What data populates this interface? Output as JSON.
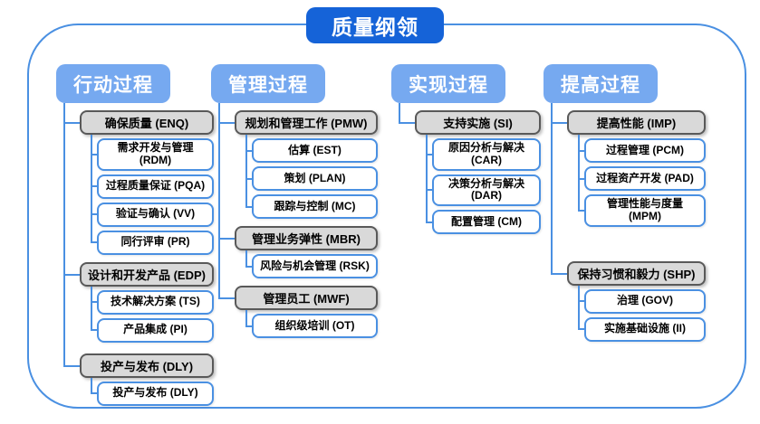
{
  "title": "质量纲领",
  "colors": {
    "root_blue": "#1563d8",
    "header_blue": "#76a9f0",
    "line_blue": "#4a90e2",
    "group_fill": "#d9d9d9",
    "group_border": "#595959",
    "leaf_border": "#4a90e2",
    "text_dark": "#000000",
    "text_light": "#ffffff"
  },
  "columns": [
    {
      "id": "action",
      "label": "行动过程",
      "groups": [
        {
          "label": "确保质量 (ENQ)",
          "children": [
            "需求开发与管理 (RDM)",
            "过程质量保证 (PQA)",
            "验证与确认 (VV)",
            "同行评审 (PR)"
          ]
        },
        {
          "label": "设计和开发产品 (EDP)",
          "children": [
            "技术解决方案 (TS)",
            "产品集成 (PI)"
          ]
        },
        {
          "label": "投产与发布 (DLY)",
          "gap": "md",
          "children": [
            "投产与发布 (DLY)"
          ]
        }
      ]
    },
    {
      "id": "management",
      "label": "管理过程",
      "groups": [
        {
          "label": "规划和管理工作 (PMW)",
          "children": [
            "估算 (EST)",
            "策划 (PLAN)",
            "跟踪与控制 (MC)"
          ]
        },
        {
          "label": "管理业务弹性 (MBR)",
          "children": [
            "风险与机会管理 (RSK)"
          ]
        },
        {
          "label": "管理员工 (MWF)",
          "children": [
            "组织级培训 (OT)"
          ]
        }
      ]
    },
    {
      "id": "implementation",
      "label": "实现过程",
      "groups": [
        {
          "label": "支持实施 (SI)",
          "children": [
            "原因分析与解决 (CAR)",
            "决策分析与解决 (DAR)",
            "配置管理 (CM)"
          ]
        }
      ]
    },
    {
      "id": "improvement",
      "label": "提高过程",
      "groups": [
        {
          "label": "提高性能 (IMP)",
          "children": [
            "过程管理 (PCM)",
            "过程资产开发 (PAD)",
            "管理性能与度量\n(MPM)"
          ]
        },
        {
          "label": "保持习惯和毅力 (SHP)",
          "gap": "lg",
          "children": [
            "治理 (GOV)",
            "实施基础设施 (II)"
          ]
        }
      ]
    }
  ]
}
